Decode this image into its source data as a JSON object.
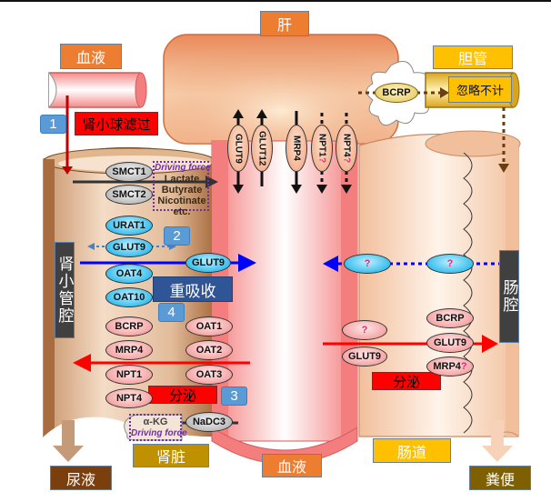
{
  "labels": {
    "liver": "肝",
    "blood_top": "血液",
    "bile_duct": "胆管",
    "bile_note": "忽略不计",
    "glomerular_filtration": "肾小球滤过",
    "renal_lumen": "肾小管腔",
    "reabsorption": "重吸收",
    "secretion_kidney": "分泌",
    "secretion_intestine": "分泌",
    "kidney": "肾脏",
    "blood_bottom": "血液",
    "intestine": "肠道",
    "intestinal_lumen": "肠腔",
    "urine": "尿液",
    "feces": "粪便"
  },
  "steps": [
    "1",
    "2",
    "3",
    "4"
  ],
  "liver_transporters": [
    {
      "name": "GLUT9",
      "direction": "both",
      "style": "solid",
      "uncertain": false
    },
    {
      "name": "GLUT12",
      "direction": "both",
      "style": "solid",
      "uncertain": false
    },
    {
      "name": "MRP4",
      "direction": "down",
      "style": "solid",
      "uncertain": false
    },
    {
      "name": "NPT1",
      "direction": "down",
      "style": "dotted",
      "uncertain": true
    },
    {
      "name": "NPT4",
      "direction": "down",
      "style": "dotted",
      "uncertain": true
    }
  ],
  "liver_bile_transporter": "BCRP",
  "kidney": {
    "smct": [
      "SMCT1",
      "SMCT2"
    ],
    "smct_substrates": [
      "Lactate",
      "Butyrate",
      "Nicotinate",
      "etc."
    ],
    "driving_force": "Driving force",
    "apical_reabsorption": [
      "URAT1",
      "GLUT9",
      "OAT4",
      "OAT10"
    ],
    "basolateral_reabsorption": "GLUT9",
    "apical_secretion": [
      "BCRP",
      "MRP4",
      "NPT1",
      "NPT4"
    ],
    "basolateral_secretion": [
      "OAT1",
      "OAT2",
      "OAT3"
    ],
    "nadc3": "NaDC3",
    "akg": "α-KG",
    "akg_driving_force": "Driving force"
  },
  "intestine": {
    "absorption_unknown_basolateral": "?",
    "absorption_unknown_apical": "?",
    "basolateral_secretion": [
      "?",
      "GLUT9"
    ],
    "apical_secretion": [
      "BCRP",
      "GLUT9",
      "MRP4"
    ],
    "mrp4_uncertain": "?"
  },
  "question_mark": "?",
  "colors": {
    "reabsorption_arrow": "#0000ff",
    "secretion_arrow": "#ff0000",
    "filtration_arrow": "#c00000",
    "bile_arrow": "#7b4a12",
    "liver": "#e98a5a",
    "blood_vessel": "#f47d7d",
    "kidney_tube": "#b07a52",
    "intestine_tube": "#f4c2a0"
  }
}
